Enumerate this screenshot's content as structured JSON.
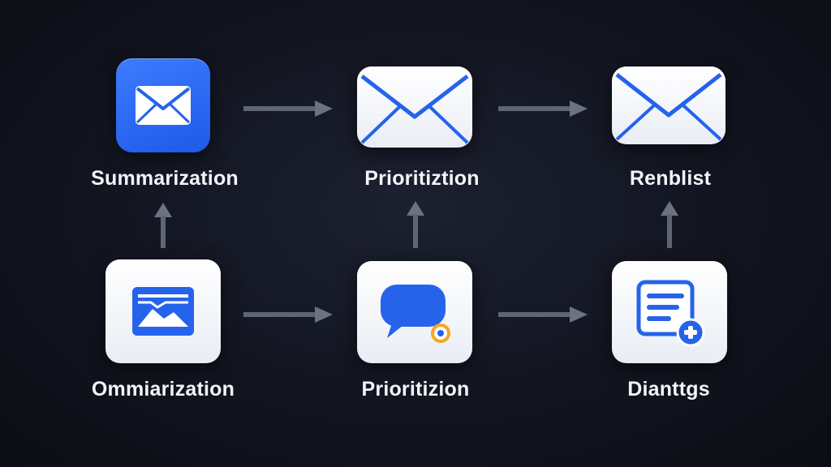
{
  "nodes": [
    {
      "id": "summarization",
      "label": "Summarization",
      "icon": "envelope-icon",
      "style": "blue"
    },
    {
      "id": "prioritiztion",
      "label": "Prioritiztion",
      "icon": "envelope-icon",
      "style": "white"
    },
    {
      "id": "renblist",
      "label": "Renblist",
      "icon": "envelope-icon",
      "style": "white"
    },
    {
      "id": "ommiarization",
      "label": "Ommiarization",
      "icon": "image-icon",
      "style": "white"
    },
    {
      "id": "prioritizion",
      "label": "Prioritizion",
      "icon": "chat-bubble-icon",
      "style": "white"
    },
    {
      "id": "dianttgs",
      "label": "Dianttgs",
      "icon": "document-add-icon",
      "style": "white"
    }
  ],
  "edges": [
    {
      "from": "summarization",
      "to": "prioritiztion"
    },
    {
      "from": "prioritiztion",
      "to": "renblist"
    },
    {
      "from": "ommiarization",
      "to": "prioritizion"
    },
    {
      "from": "prioritizion",
      "to": "dianttgs"
    },
    {
      "from": "ommiarization",
      "to": "summarization"
    },
    {
      "from": "prioritizion",
      "to": "prioritiztion"
    },
    {
      "from": "dianttgs",
      "to": "renblist"
    }
  ],
  "colors": {
    "accent_blue": "#2563eb",
    "badge_orange": "#f5a623",
    "arrow_gray": "#6b7280",
    "label_text": "#f2f4f8"
  }
}
